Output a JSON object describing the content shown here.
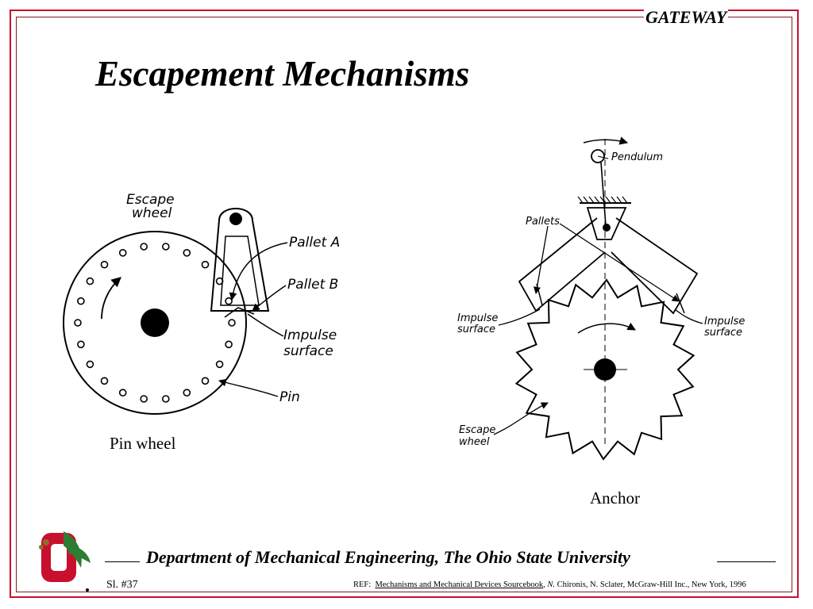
{
  "header": {
    "brand": "GATEWAY"
  },
  "slide": {
    "title": "Escapement Mechanisms",
    "caption_left": "Pin wheel",
    "caption_right": "Anchor"
  },
  "pin_wheel_labels": {
    "escape_wheel": "Escape wheel",
    "pallet_a": "Pallet A",
    "pallet_b": "Pallet B",
    "impulse_surface": "Impulse surface",
    "pin": "Pin"
  },
  "anchor_labels": {
    "pendulum": "Pendulum",
    "pallets": "Pallets",
    "impulse_surface_left": "Impulse surface",
    "impulse_surface_right": "Impulse surface",
    "escape_wheel": "Escape wheel"
  },
  "footer": {
    "department": "Department of Mechanical Engineering, The Ohio State University",
    "slide_number": "Sl. #37",
    "ref_prefix": "REF:",
    "ref_book": "Mechanisms and Mechanical Devices Sourcebook",
    "ref_author_initial": "N.",
    "ref_rest": "Chironis, N. Sclater, McGraw-Hill Inc., New York, 1996"
  },
  "colors": {
    "frame": "#c8102e",
    "logo_red": "#c8102e",
    "logo_leaf": "#2e7d32"
  },
  "icons": {
    "logo": "ohio-state-block-o-logo"
  }
}
